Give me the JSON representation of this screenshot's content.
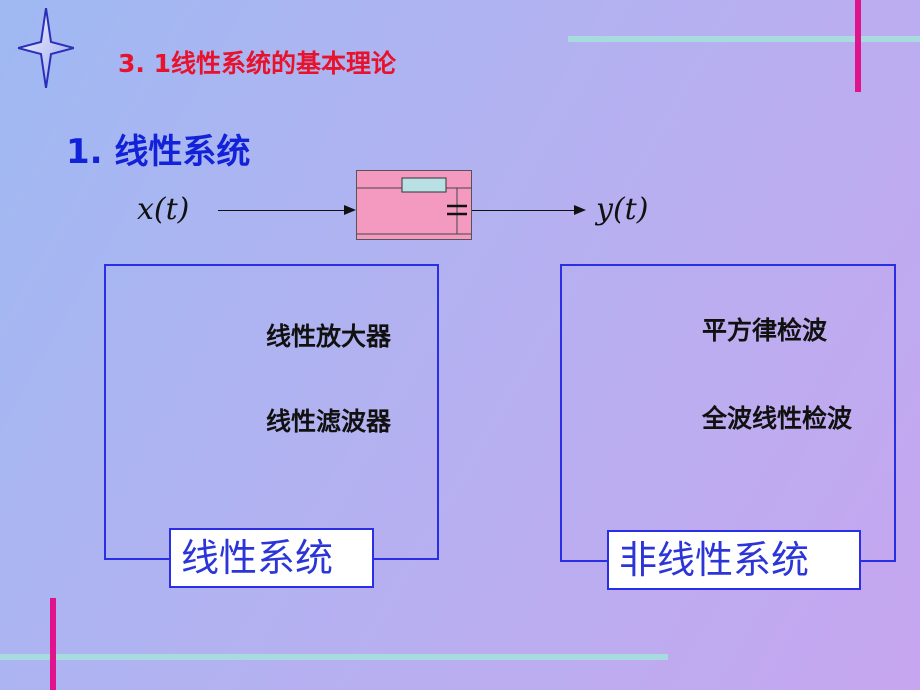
{
  "slide_title": "3. 1线性系统的基本理论",
  "section_title": "1. 线性系统",
  "signal": {
    "input": "x(t)",
    "output": "y(t)"
  },
  "linear": {
    "examples": [
      "线性放大器",
      "线性滤波器"
    ],
    "label": "线性系统"
  },
  "nonlinear": {
    "examples": [
      "平方律检波",
      "全波线性检波"
    ],
    "label": "非线性系统"
  },
  "colors": {
    "title_red": "#e8122c",
    "heading_blue": "#1222d8",
    "box_border": "#2a2fe6",
    "system_pink": "#f49ac0",
    "accent_magenta": "#e0128c",
    "accent_cyan": "#a8dbe0"
  }
}
